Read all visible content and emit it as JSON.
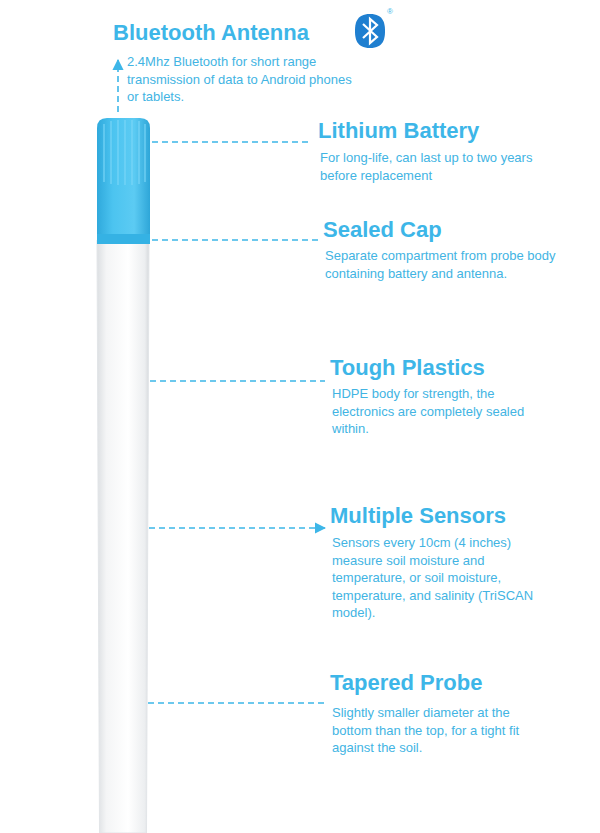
{
  "diagram": {
    "labels": [
      "Bluetooth Antenna",
      "®",
      "2.4Mhz Bluetooth for short range transmission of data to Android phones or tablets.",
      "Lithium Battery",
      "For long-life, can last up to two years before replacement",
      "Sealed Cap",
      "Separate compartment from probe body containing battery and antenna.",
      "Tough Plastics",
      "HDPE body for strength, the electronics are completely sealed within.",
      "Multiple Sensors",
      "Sensors every 10cm (4 inches) measure soil moisture and temperature, or soil moisture, temperature, and salinity (TriSCAN model).",
      "Tapered Probe",
      "Slightly smaller diameter at the bottom than the top, for a tight fit against the soil."
    ]
  }
}
